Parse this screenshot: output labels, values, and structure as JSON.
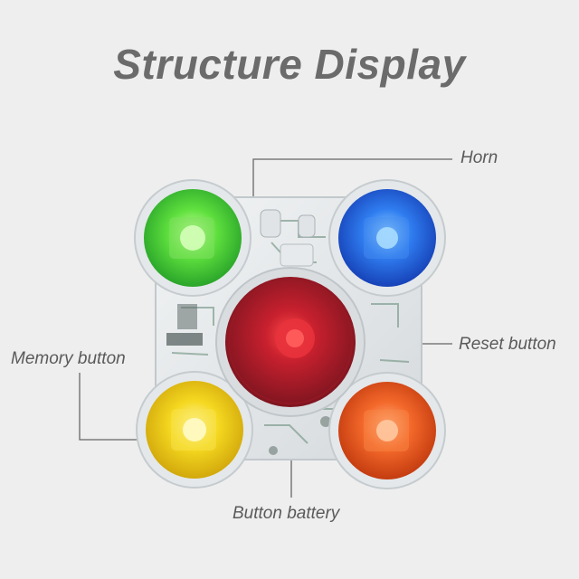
{
  "title": "Structure Display",
  "labels": {
    "horn": "Horn",
    "reset_button": "Reset button",
    "memory_button": "Memory button",
    "button_battery": "Button battery"
  },
  "colors": {
    "background": "#eeeeee",
    "title": "#6b6b6b",
    "label": "#5a5a5a",
    "green": "#45d63a",
    "blue": "#2a6be0",
    "red": "#b81c2c",
    "yellow": "#f2d21e",
    "orange": "#f0621e"
  },
  "icons": [
    "green-button",
    "blue-button",
    "red-button",
    "yellow-button",
    "orange-button"
  ]
}
